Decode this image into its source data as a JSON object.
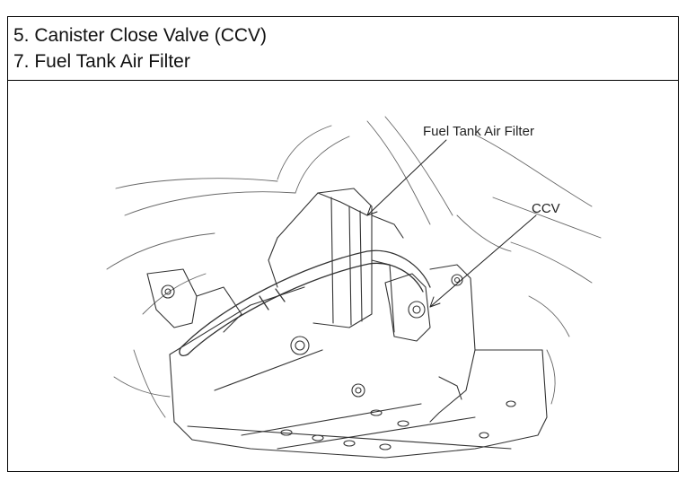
{
  "header": {
    "lines": [
      "5. Canister Close Valve (CCV)",
      "7. Fuel Tank Air Filter"
    ]
  },
  "figure": {
    "callouts": [
      {
        "label": "Fuel Tank Air Filter"
      },
      {
        "label": "CCV"
      }
    ]
  }
}
